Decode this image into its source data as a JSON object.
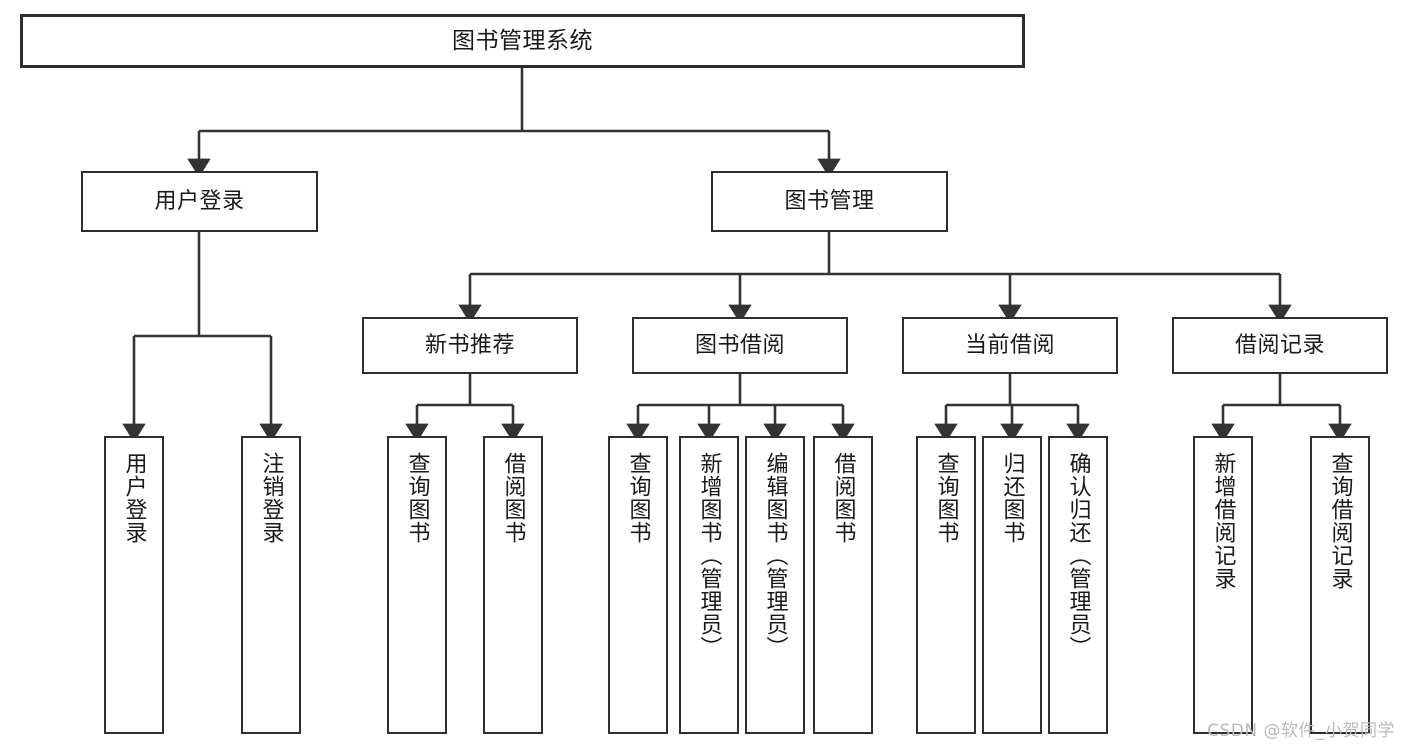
{
  "diagram": {
    "title": "图书管理系统",
    "watermark": "CSDN @软件_小贺同学",
    "colors": {
      "box_border": "#2e2e2e",
      "box_fill": "#ffffff",
      "connector": "#333333",
      "text": "#1a1a1a",
      "watermark": "#b9b9b9"
    },
    "root": {
      "label": "图书管理系统"
    },
    "level2": [
      {
        "label": "用户登录"
      },
      {
        "label": "图书管理"
      }
    ],
    "level3": [
      {
        "label": "新书推荐"
      },
      {
        "label": "图书借阅"
      },
      {
        "label": "当前借阅"
      },
      {
        "label": "借阅记录"
      }
    ],
    "leaves": {
      "user_login": [
        {
          "label": "用户登录"
        },
        {
          "label": "注销登录"
        }
      ],
      "new_book_recommend": [
        {
          "label": "查询图书"
        },
        {
          "label": "借阅图书"
        }
      ],
      "book_borrow": [
        {
          "label": "查询图书"
        },
        {
          "label": "新增图书（管理员）"
        },
        {
          "label": "编辑图书（管理员）"
        },
        {
          "label": "借阅图书"
        }
      ],
      "current_borrow": [
        {
          "label": "查询图书"
        },
        {
          "label": "归还图书"
        },
        {
          "label": "确认归还（管理员）"
        }
      ],
      "borrow_records": [
        {
          "label": "新增借阅记录"
        },
        {
          "label": "查询借阅记录"
        }
      ]
    }
  }
}
